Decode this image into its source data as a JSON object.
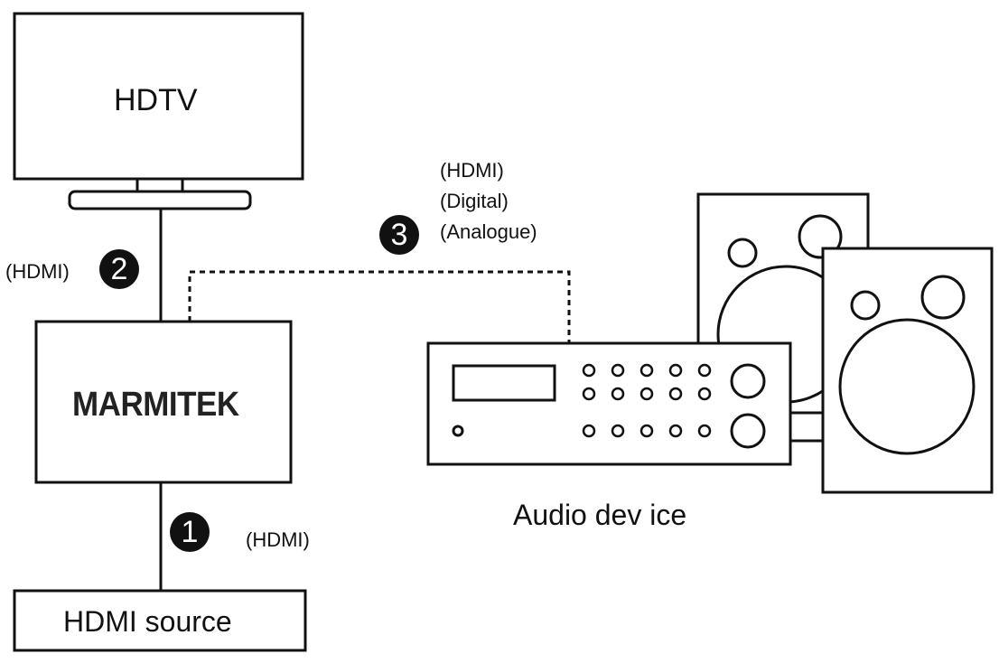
{
  "tv": {
    "label": "HDTV"
  },
  "switch": {
    "brand": "MARMITEK"
  },
  "source": {
    "label": "HDMI source"
  },
  "audio": {
    "label": "Audio dev ice"
  },
  "connections": [
    {
      "number": "1",
      "lines": [
        "(HDMI)"
      ]
    },
    {
      "number": "2",
      "lines": [
        "(HDMI)"
      ]
    },
    {
      "number": "3",
      "lines": [
        "(HDMI)",
        "(Digital)",
        "(Analogue)"
      ]
    }
  ],
  "colors": {
    "ink": "#111111",
    "background": "#ffffff"
  }
}
